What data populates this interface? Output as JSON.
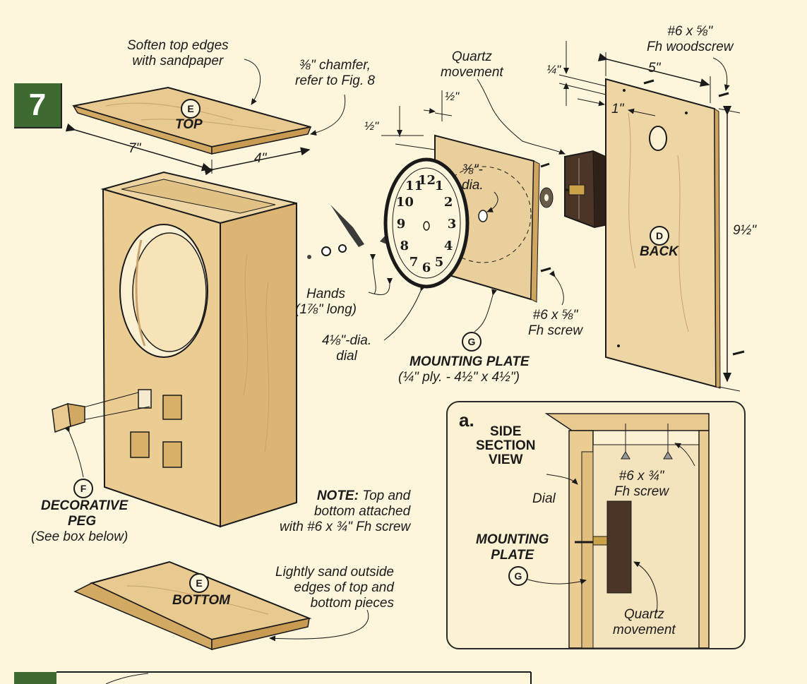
{
  "figure_number": "7",
  "parts": {
    "top": {
      "letter": "E",
      "name": "TOP"
    },
    "bottom": {
      "letter": "E",
      "name": "BOTTOM"
    },
    "back": {
      "letter": "D",
      "name": "BACK"
    },
    "peg": {
      "letter": "F",
      "name": "DECORATIVE PEG",
      "line1": "DECORATIVE",
      "line2": "PEG",
      "note": "(See box below)"
    },
    "mounting_plate": {
      "letter": "G",
      "name": "MOUNTING PLATE",
      "spec": "(¼\" ply. - 4½\" x 4½\")"
    }
  },
  "callouts": {
    "soften_line1": "Soften top edges",
    "soften_line2": "with sandpaper",
    "chamfer_line1": "⅜\" chamfer,",
    "chamfer_line2": "refer to Fig. 8",
    "quartz_line1": "Quartz",
    "quartz_line2": "movement",
    "woodscrew_line1": "#6 x ⅝\"",
    "woodscrew_line2": "Fh  woodscrew",
    "hands_line1": "Hands",
    "hands_line2": "(1⅞\" long)",
    "dial_line1": "4⅛\"-dia.",
    "dial_line2": "dial",
    "hole_line1": "⅜\"-",
    "hole_line2": "dia.",
    "screw_line1": "#6 x ⅝\"",
    "screw_line2": "Fh  screw",
    "note_bold": "NOTE:",
    "note_line1": " Top and",
    "note_line2": "bottom attached",
    "note_line3": "with #6 x ¾\" Fh screw",
    "sand_line1": "Lightly sand outside",
    "sand_line2": "edges of top and",
    "sand_line3": "bottom pieces"
  },
  "dimensions": {
    "top_length": "7\"",
    "top_width": "4\"",
    "back_width": "5\"",
    "back_height": "9½\"",
    "back_edge_offset": "¼\"",
    "back_hole_offset": "1\"",
    "plate_offset_a": "½\"",
    "plate_offset_b": "½\""
  },
  "dial_numbers": [
    "12",
    "1",
    "2",
    "3",
    "4",
    "5",
    "6",
    "7",
    "8",
    "9",
    "10",
    "11"
  ],
  "inset": {
    "letter": "a.",
    "title_line1": "SIDE",
    "title_line2": "SECTION",
    "title_line3": "VIEW",
    "dial": "Dial",
    "screw_line1": "#6 x ¾\"",
    "screw_line2": "Fh  screw",
    "plate_line1": "MOUNTING",
    "plate_line2": "PLATE",
    "plate_letter": "G",
    "quartz_line1": "Quartz",
    "quartz_line2": "movement"
  },
  "colors": {
    "background": "#fdf6dc",
    "wood": "#e8c98f",
    "wood_dark": "#d2a962",
    "figure_badge": "#3c6a30",
    "movement": "#4a3526"
  }
}
